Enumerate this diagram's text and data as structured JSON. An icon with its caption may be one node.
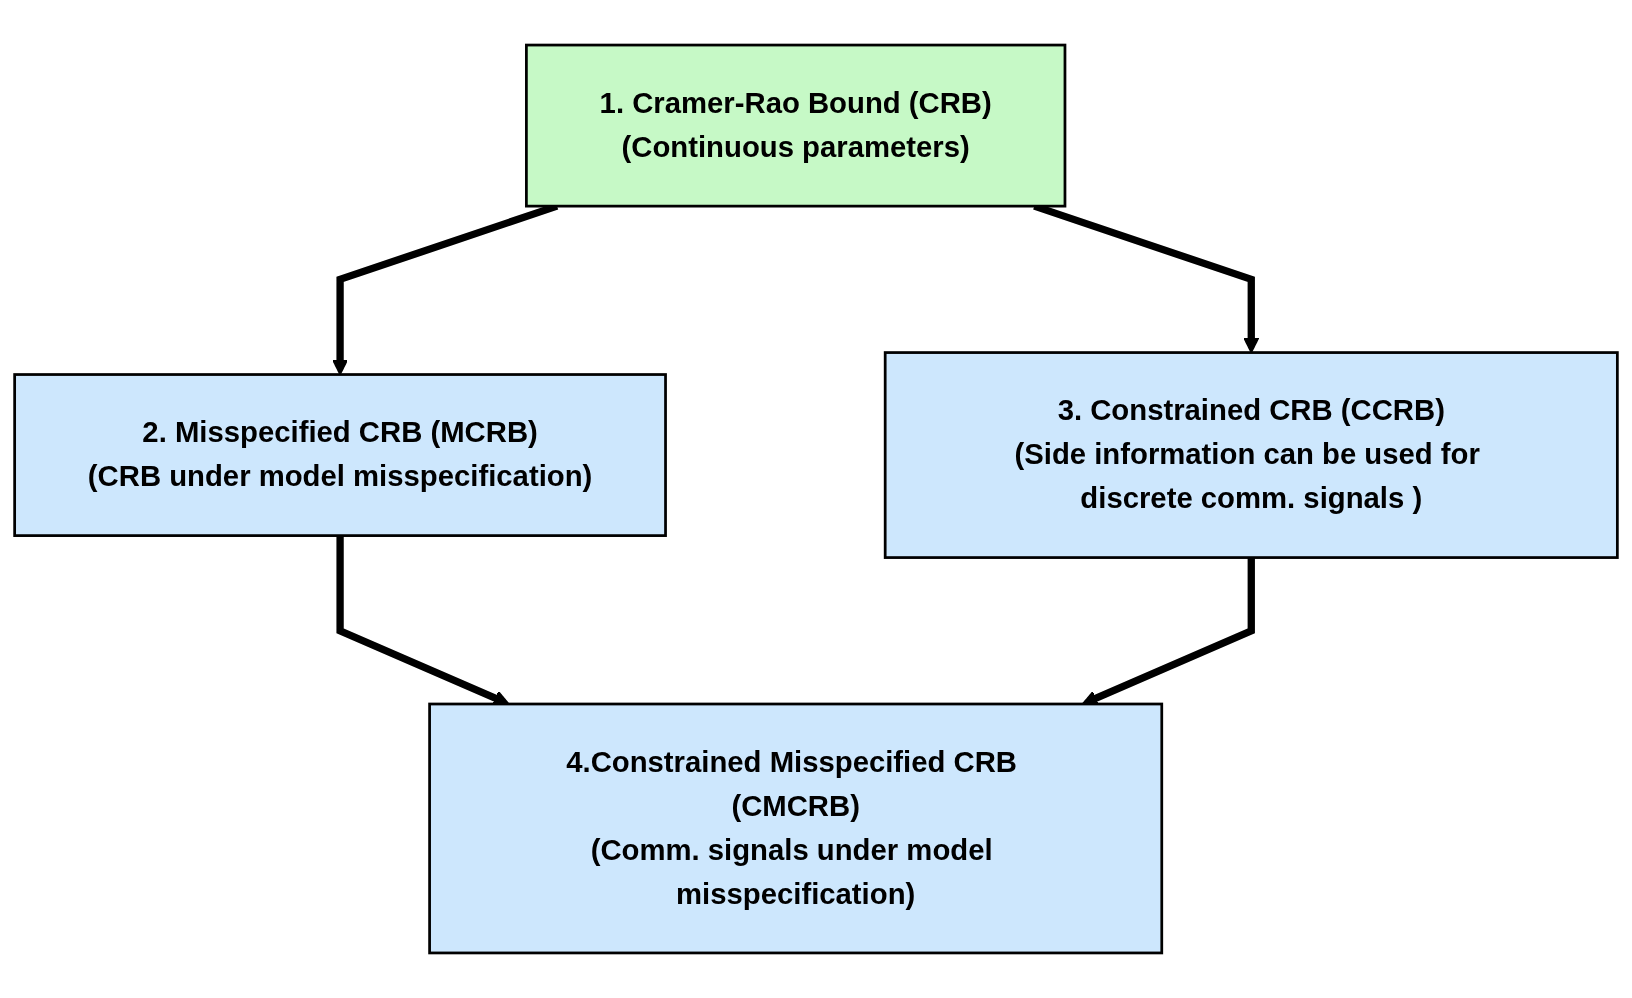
{
  "diagram": {
    "nodes": [
      {
        "text": [
          "1. Cramer-Rao Bound (CRB)",
          "(Continuous parameters)"
        ]
      },
      {
        "text": [
          "2. Misspecified CRB (MCRB)",
          "(CRB under model misspecification)"
        ]
      },
      {
        "text": [
          "3. Constrained CRB (CCRB)",
          "(Side information can be used for discrete comm. signals )"
        ]
      },
      {
        "text": [
          "4.Constrained Misspecified CRB (CMCRB)",
          "(Comm. signals under model misspecification)"
        ]
      }
    ],
    "edges": [
      {
        "from": 0,
        "to": 1,
        "arrow": "to"
      },
      {
        "from": 0,
        "to": 2,
        "arrow": "to"
      },
      {
        "from": 1,
        "to": 3,
        "arrow": "to"
      },
      {
        "from": 2,
        "to": 3,
        "arrow": "to"
      }
    ]
  }
}
